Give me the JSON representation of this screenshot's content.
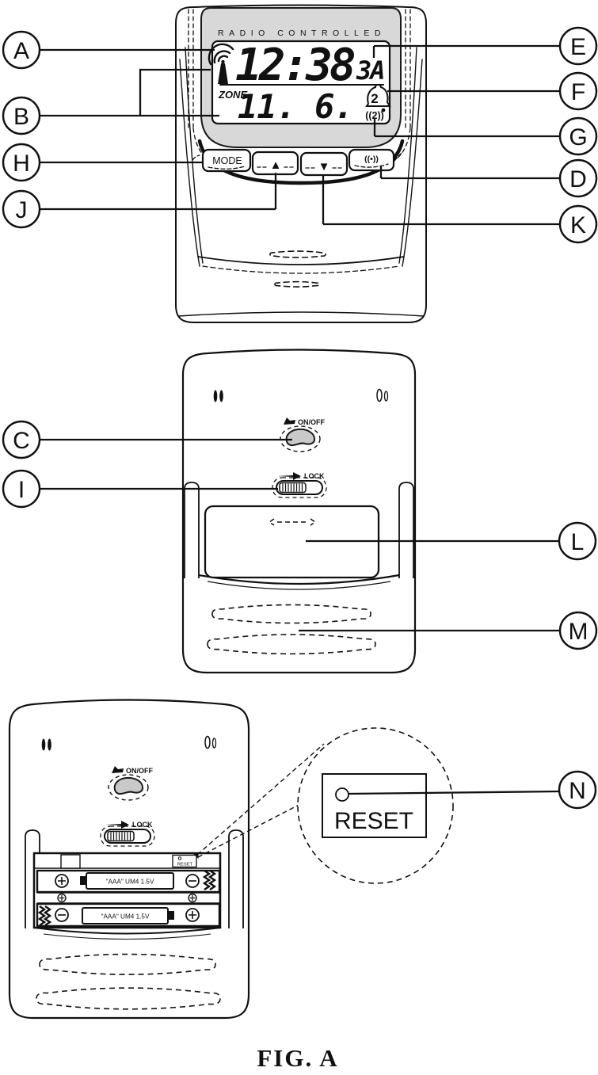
{
  "figure": {
    "caption": "FIG. A"
  },
  "colors": {
    "bezel_gray": "#d8d8d8",
    "button_gray": "#c9c9c9",
    "line": "#111111"
  },
  "front": {
    "brand": "RADIO CONTROLLED",
    "lcd": {
      "time": "12:38",
      "time_small": "3A",
      "zone": "ZONE",
      "date": "11. 6.",
      "alarm_number": "2",
      "signal": "((2))"
    },
    "buttons": {
      "mode": "MODE",
      "up": "▲",
      "down": "▼",
      "alarm": "((•))"
    }
  },
  "back": {
    "onoff": "ON/OFF",
    "lock": "LOCK"
  },
  "open_back": {
    "onoff": "ON/OFF",
    "lock": "LOCK",
    "reset_small": "RESET",
    "battery_top": "\"AAA\" UM4 1.5V",
    "battery_bottom": "\"AAA\" UM4 1.5V"
  },
  "reset_detail": {
    "label": "RESET"
  },
  "callouts": {
    "a": "A",
    "b": "B",
    "c": "C",
    "d": "D",
    "e": "E",
    "f": "F",
    "g": "G",
    "h": "H",
    "i": "I",
    "j": "J",
    "k": "K",
    "l": "L",
    "m": "M",
    "n": "N"
  }
}
